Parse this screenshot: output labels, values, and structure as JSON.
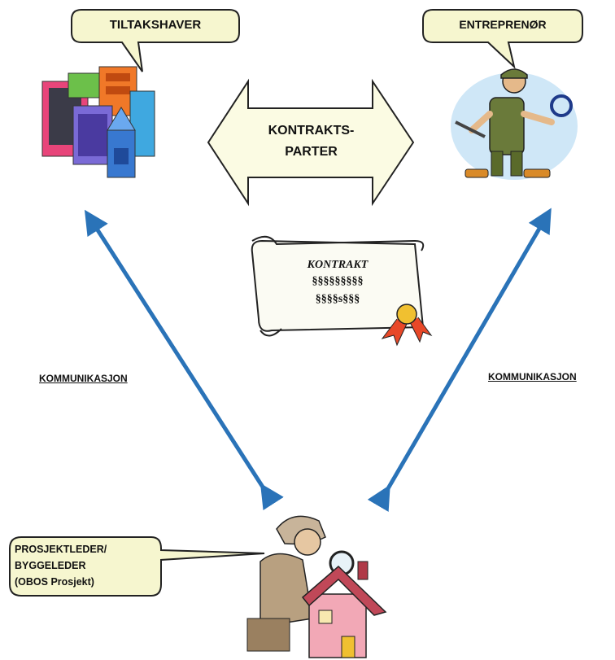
{
  "roles": {
    "owner": "TILTAKSHAVER",
    "contractor": "ENTREPRENØR",
    "project_manager_lines": [
      "PROSJEKTLEDER/",
      "BYGGELEDER",
      "(OBOS Prosjekt)"
    ]
  },
  "contract_parties": {
    "line1": "KONTRAKTS-",
    "line2": "PARTER"
  },
  "contract_scroll": {
    "title": "KONTRAKT",
    "line1": "§§§§§§§§§",
    "line2": "§§§§s§§§"
  },
  "communication": {
    "left_label": "KOMMUNIKASJON",
    "right_label": "KOMMUNIKASJON"
  },
  "colors": {
    "callout_fill": "#f6f6cf",
    "arrow_blue": "#2a73b8",
    "double_arrow_fill": "#fbfbe3"
  },
  "icons": {
    "owner": "city-buildings-icon",
    "contractor": "worker-with-wrench-icon",
    "project_manager": "inspector-with-magnifier-house-icon",
    "contract": "contract-scroll-icon"
  }
}
